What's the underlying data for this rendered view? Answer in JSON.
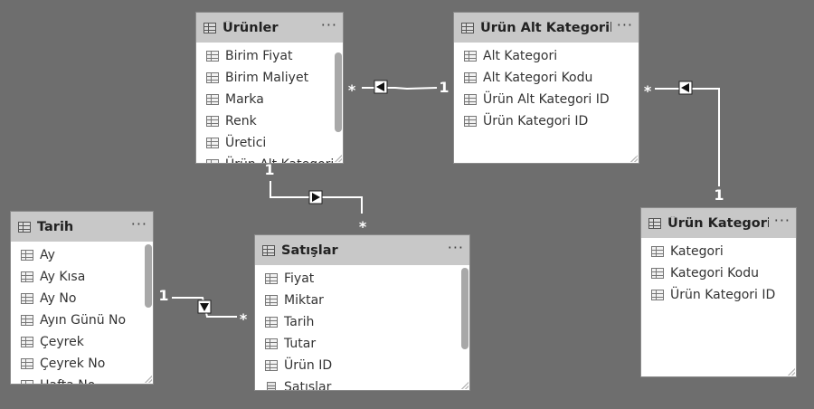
{
  "colors": {
    "canvas": "#6e6e6e",
    "header": "#c8c8c8",
    "line": "#ffffff"
  },
  "tables": [
    {
      "key": "urunler",
      "title": "Ürünler",
      "more": "···",
      "columns": [
        {
          "label": "Birim Fiyat",
          "icon": "table-column-icon"
        },
        {
          "label": "Birim Maliyet",
          "icon": "table-column-icon"
        },
        {
          "label": "Marka",
          "icon": "table-column-icon"
        },
        {
          "label": "Renk",
          "icon": "table-column-icon"
        },
        {
          "label": "Üretici",
          "icon": "table-column-icon"
        },
        {
          "label": "Ürün Alt Kategori",
          "icon": "table-column-icon"
        }
      ]
    },
    {
      "key": "urun-alt-kategorileri",
      "title": "Ürün Alt Kategorileri",
      "more": "···",
      "columns": [
        {
          "label": "Alt Kategori",
          "icon": "table-column-icon"
        },
        {
          "label": "Alt Kategori Kodu",
          "icon": "table-column-icon"
        },
        {
          "label": "Ürün Alt Kategori ID",
          "icon": "table-column-icon"
        },
        {
          "label": "Ürün Kategori ID",
          "icon": "table-column-icon"
        }
      ]
    },
    {
      "key": "tarih",
      "title": "Tarih",
      "more": "···",
      "columns": [
        {
          "label": "Ay",
          "icon": "table-column-icon"
        },
        {
          "label": "Ay Kısa",
          "icon": "table-column-icon"
        },
        {
          "label": "Ay No",
          "icon": "table-column-icon"
        },
        {
          "label": "Ayın Günü No",
          "icon": "table-column-icon"
        },
        {
          "label": "Çeyrek",
          "icon": "table-column-icon"
        },
        {
          "label": "Çeyrek No",
          "icon": "table-column-icon"
        },
        {
          "label": "Hafta No",
          "icon": "table-column-icon"
        }
      ]
    },
    {
      "key": "satislar",
      "title": "Satışlar",
      "more": "···",
      "columns": [
        {
          "label": "Fiyat",
          "icon": "table-column-icon"
        },
        {
          "label": "Miktar",
          "icon": "table-column-icon"
        },
        {
          "label": "Tarih",
          "icon": "table-column-icon"
        },
        {
          "label": "Tutar",
          "icon": "table-column-icon"
        },
        {
          "label": "Ürün ID",
          "icon": "table-column-icon"
        },
        {
          "label": "Satışlar",
          "icon": "measure-icon"
        }
      ]
    },
    {
      "key": "urun-kategorileri",
      "title": "Ürün Kategori...",
      "more": "···",
      "columns": [
        {
          "label": "Kategori",
          "icon": "table-column-icon"
        },
        {
          "label": "Kategori Kodu",
          "icon": "table-column-icon"
        },
        {
          "label": "Ürün Kategori ID",
          "icon": "table-column-icon"
        }
      ]
    }
  ],
  "relationships": [
    {
      "from": "urun-alt-kategorileri",
      "to": "urunler",
      "one": "1",
      "many": "*",
      "direction": "left"
    },
    {
      "from": "urun-kategorileri",
      "to": "urun-alt-kategorileri",
      "one": "1",
      "many": "*",
      "direction": "left"
    },
    {
      "from": "urunler",
      "to": "satislar",
      "one": "1",
      "many": "*",
      "direction": "right"
    },
    {
      "from": "tarih",
      "to": "satislar",
      "one": "1",
      "many": "*",
      "direction": "down"
    }
  ]
}
